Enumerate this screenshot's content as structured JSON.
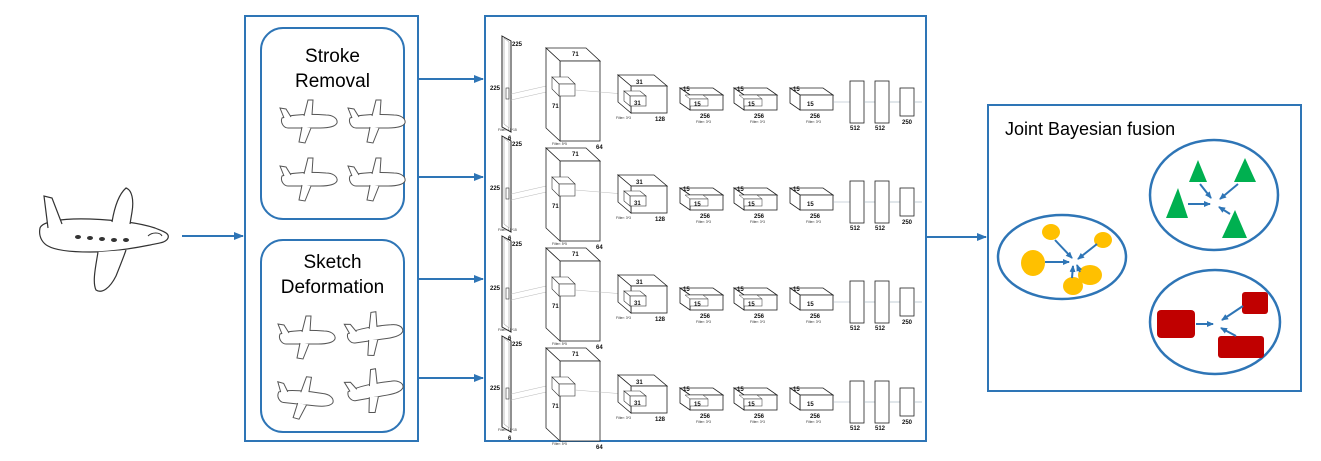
{
  "augmentation": {
    "stroke_removal": {
      "line1": "Stroke",
      "line2": "Removal"
    },
    "sketch_deformation": {
      "line1": "Sketch",
      "line2": "Deformation"
    }
  },
  "network": {
    "input_size": "225",
    "input_depth": "6",
    "conv1_size": "71",
    "conv1_depth": "64",
    "conv2_size": "31",
    "conv2_depth": "128",
    "conv3_size": "15",
    "conv3_depth": "256",
    "conv4_size": "15",
    "conv4_depth": "256",
    "conv5_size": "15",
    "conv5_depth": "256",
    "fc6": "512",
    "fc7": "512",
    "fc8": "250",
    "filter1": "Filter: 15*15",
    "filter2": "Filter: 5*5",
    "filter3": "Filter: 3*3",
    "filter4": "Filter: 3*3",
    "filter5": "Filter: 3*3",
    "filter6": "Filter: 3*3"
  },
  "fusion": {
    "title": "Joint Bayesian fusion"
  },
  "colors": {
    "frame_blue": "#2E75B6",
    "arrow_blue": "#2E75B6",
    "cluster_yellow": "#FFC000",
    "cluster_green": "#00B050",
    "cluster_red": "#C00000"
  }
}
